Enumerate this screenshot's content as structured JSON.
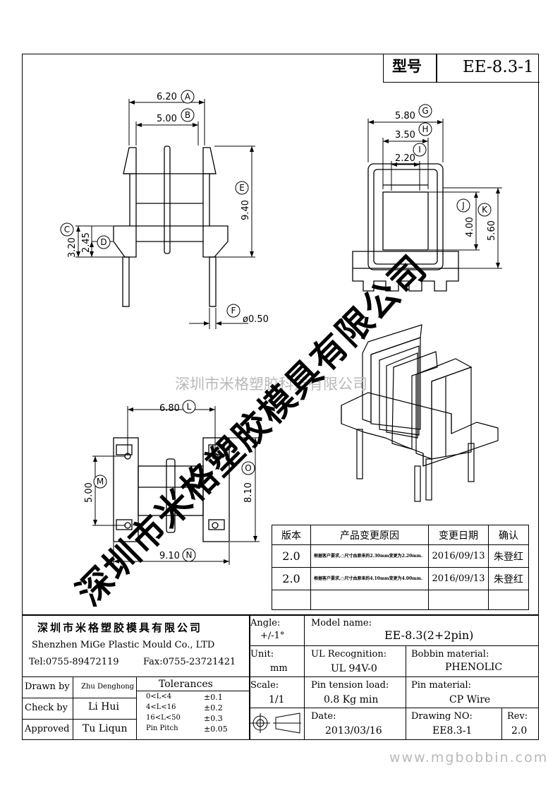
{
  "model_header": {
    "label": "型号",
    "value": "EE-8.3-1"
  },
  "dimensions": {
    "A": {
      "value": "6.20",
      "letter": "A"
    },
    "B": {
      "value": "5.00",
      "letter": "B"
    },
    "C": {
      "value": "3.20",
      "letter": "C"
    },
    "D": {
      "value": "2.45",
      "letter": "D"
    },
    "E": {
      "value": "9.40",
      "letter": "E"
    },
    "F": {
      "value": "ø0.50",
      "letter": "F"
    },
    "G": {
      "value": "5.80",
      "letter": "G"
    },
    "H": {
      "value": "3.50",
      "letter": "H"
    },
    "I": {
      "value": "2.20",
      "letter": "I"
    },
    "J": {
      "value": "4.00",
      "letter": "J"
    },
    "K": {
      "value": "5.60",
      "letter": "K"
    },
    "L": {
      "value": "6.80",
      "letter": "L"
    },
    "M": {
      "value": "5.00",
      "letter": "M"
    },
    "N": {
      "value": "9.10",
      "letter": "N"
    },
    "O": {
      "value": "8.10",
      "letter": "O"
    }
  },
  "watermarks": {
    "diagonal": "深圳市米格塑胶模具有限公司",
    "center": "深圳市米格塑胶科技有限公司",
    "url": "www.mgbobbin.com"
  },
  "revision_table": {
    "headers": [
      "版本",
      "产品变更原因",
      "变更日期",
      "确认"
    ],
    "rows": [
      {
        "version": "2.0",
        "reason": "根据客户要求,○尺寸由原来的2.30mm变更为2.20mm.",
        "date": "2016/09/13",
        "confirm": "朱登红"
      },
      {
        "version": "2.0",
        "reason": "根据客户要求,○尺寸由原来的4.10mm变更为4.00mm.",
        "date": "2016/09/13",
        "confirm": "朱登红"
      }
    ]
  },
  "title_block": {
    "company_cn": "深圳市米格塑胶模具有限公司",
    "company_en": "Shenzhen MiGe Plastic Mould Co., LTD",
    "tel": "Tel:0755-89472119",
    "fax": "Fax:0755-23721421",
    "angle_label": "Angle:",
    "angle_value": "+/-1°",
    "unit_label": "Unit:",
    "unit_value": "mm",
    "scale_label": "Scale:",
    "scale_value": "1/1",
    "model_label": "Model name:",
    "model_value": "EE-8.3(2+2pin)",
    "ul_label": "UL Recognition:",
    "ul_value": "UL 94V-0",
    "bobbin_label": "Bobbin material:",
    "bobbin_value": "PHENOLIC",
    "tension_label": "Pin tension load:",
    "tension_value": "0.8 Kg min",
    "pin_material_label": "Pin material:",
    "pin_material_value": "CP Wire",
    "date_label": "Date:",
    "date_value": "2013/03/16",
    "drawing_label": "Drawing NO:",
    "drawing_value": "EE8.3-1",
    "rev_label": "Rev:",
    "rev_value": "2.0",
    "drawn_label": "Drawn by",
    "drawn_value": "Zhu Denghong",
    "check_label": "Check by",
    "check_value": "Li Hui",
    "approved_label": "Approved",
    "approved_value": "Tu Liqun",
    "tolerances_label": "Tolerances",
    "tolerances": [
      {
        "range": "0<L<4",
        "tol": "±0.1"
      },
      {
        "range": "4<L<16",
        "tol": "±0.2"
      },
      {
        "range": "16<L<50",
        "tol": "±0.3"
      },
      {
        "range": "Pin Pitch",
        "tol": "±0.05"
      }
    ]
  }
}
